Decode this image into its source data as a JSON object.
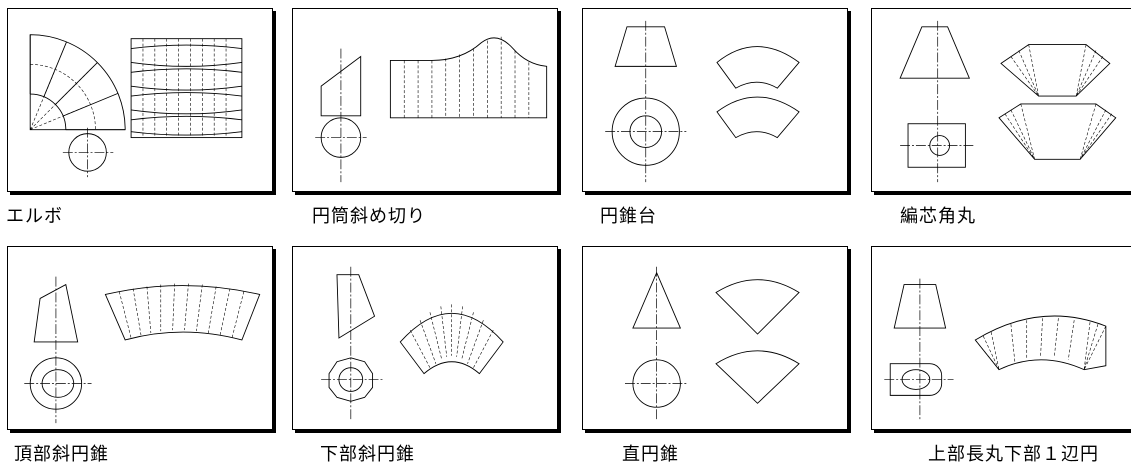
{
  "panels": [
    {
      "label": "エルボ"
    },
    {
      "label": "円筒斜め切り"
    },
    {
      "label": "円錐台"
    },
    {
      "label": "編芯角丸"
    },
    {
      "label": "頂部斜円錐"
    },
    {
      "label": "下部斜円錐"
    },
    {
      "label": "直円錐"
    },
    {
      "label": "上部長丸下部１辺円"
    }
  ]
}
